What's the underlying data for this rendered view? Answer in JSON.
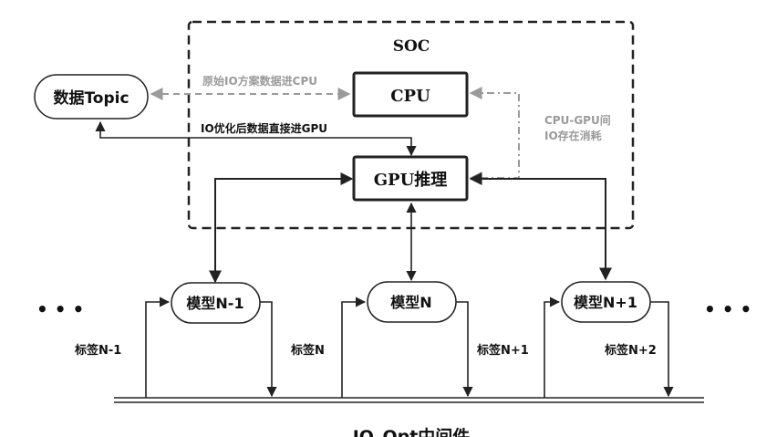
{
  "soc": {
    "label": "SOC"
  },
  "nodes": {
    "topic": "数据Topic",
    "cpu": "CPU",
    "gpu": "GPU推理",
    "model_n_minus_1": "模型N-1",
    "model_n": "模型N",
    "model_n_plus_1": "模型N+1"
  },
  "edges": {
    "original_io": "原始IO方案数据进CPU",
    "optimized_io": "IO优化后数据直接进GPU",
    "cpu_gpu_cost_line1": "CPU-GPU间",
    "cpu_gpu_cost_line2": "IO存在消耗"
  },
  "labels": {
    "tag_n_minus_1": "标签N-1",
    "tag_n": "标签N",
    "tag_n_plus_1": "标签N+1",
    "tag_n_plus_2": "标签N+2"
  },
  "ellipsis_left": "• • •",
  "ellipsis_right": "• • •",
  "middleware": "IO_Opt中间件",
  "colors": {
    "stroke": "#222222",
    "gray": "#9a9a9a",
    "text": "#111111"
  }
}
